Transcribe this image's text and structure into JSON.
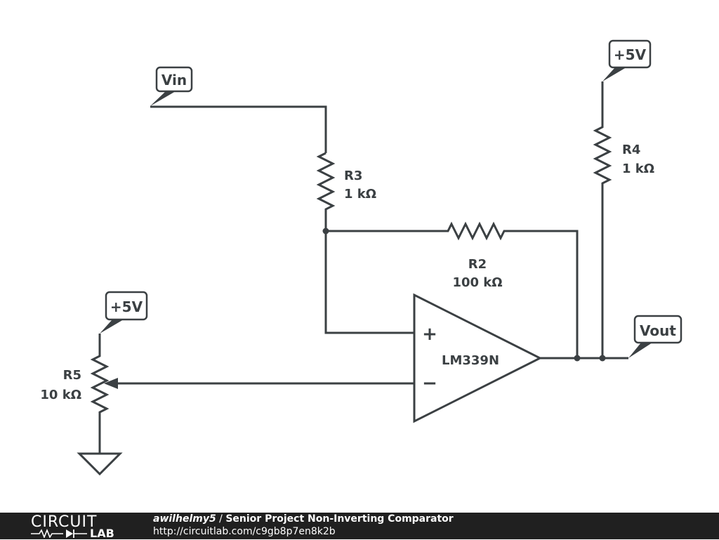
{
  "schematic": {
    "labels": {
      "vin": "Vin",
      "vout": "Vout",
      "supply_top": "+5V",
      "supply_left": "+5V"
    },
    "components": {
      "r3": {
        "name": "R3",
        "value": "1 kΩ"
      },
      "r2": {
        "name": "R2",
        "value": "100 kΩ"
      },
      "r4": {
        "name": "R4",
        "value": "1 kΩ"
      },
      "r5": {
        "name": "R5",
        "value": "10 kΩ"
      },
      "opamp": {
        "name": "LM339N",
        "plus": "+",
        "minus": "−"
      }
    }
  },
  "footer": {
    "logo_top": "CIRCUIT",
    "logo_bottom": "LAB",
    "author": "awilhelmy5",
    "separator": " / ",
    "title": "Senior Project Non-Inverting Comparator",
    "url": "http://circuitlab.com/c9gb8p7en8k2b"
  }
}
